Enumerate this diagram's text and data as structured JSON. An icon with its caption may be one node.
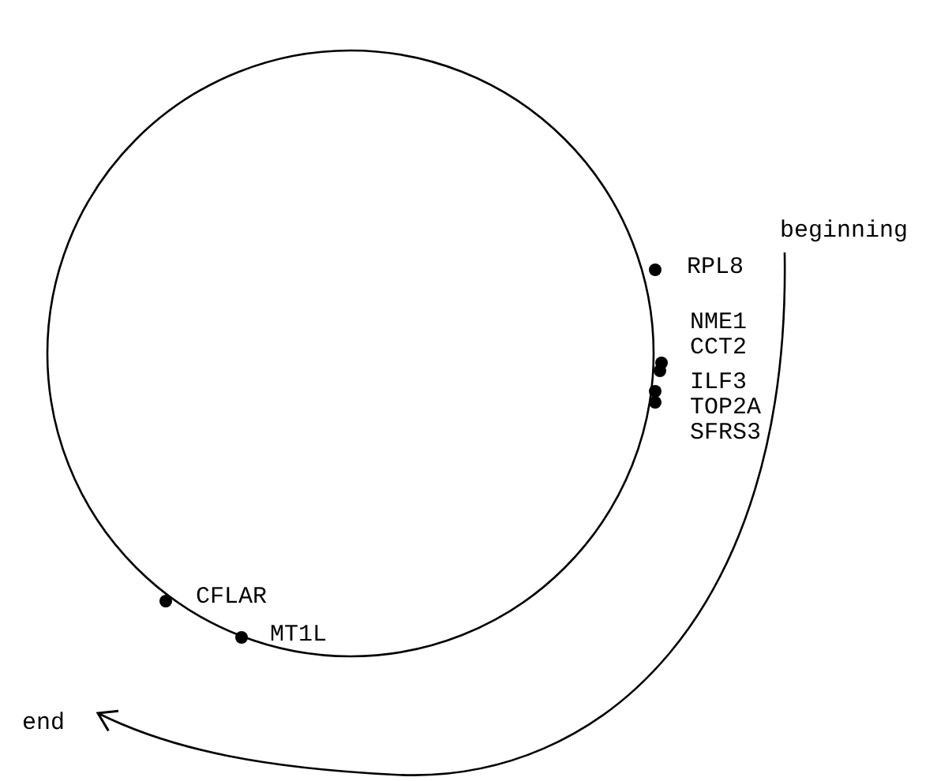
{
  "diagram": {
    "nodes": [
      {
        "text": [
          "beginning"
        ]
      },
      {
        "text": [
          "end"
        ]
      }
    ],
    "edges": [
      {
        "from": 0,
        "to": 1,
        "arrow": "to"
      }
    ],
    "labels": [
      "RPL8",
      "NME1",
      "CCT2",
      "ILF3",
      "TOP2A",
      "SFRS3",
      "CFLAR",
      "MT1L"
    ]
  }
}
